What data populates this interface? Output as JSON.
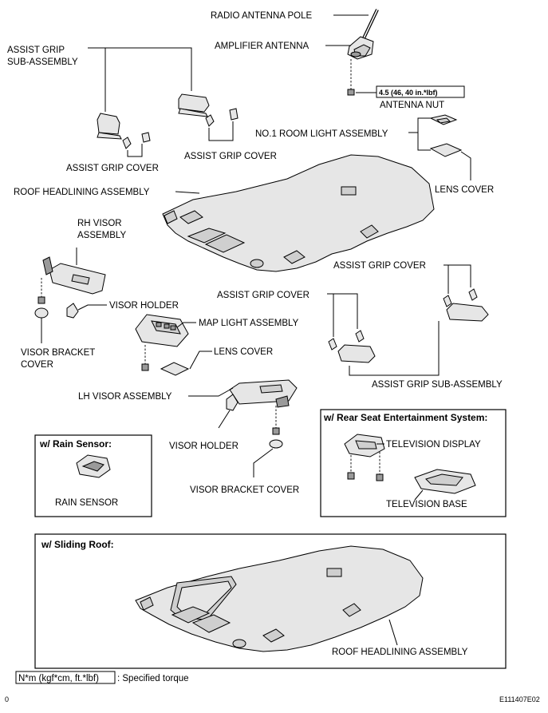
{
  "labels": {
    "radio_antenna_pole": "RADIO ANTENNA POLE",
    "amplifier_antenna": "AMPLIFIER ANTENNA",
    "torque_value": "4.5 (46, 40 in.*lbf)",
    "antenna_nut": "ANTENNA NUT",
    "assist_grip_sub_line1": "ASSIST GRIP",
    "assist_grip_sub_line2": "SUB-ASSEMBLY",
    "assist_grip_cover_left": "ASSIST GRIP COVER",
    "assist_grip_cover_center": "ASSIST GRIP COVER",
    "no1_room_light": "NO.1 ROOM LIGHT ASSEMBLY",
    "lens_cover_top": "LENS COVER",
    "roof_headlining": "ROOF HEADLINING ASSEMBLY",
    "rh_visor_line1": "RH VISOR",
    "rh_visor_line2": "ASSEMBLY",
    "visor_holder_rh": "VISOR HOLDER",
    "assist_grip_cover_right": "ASSIST GRIP COVER",
    "assist_grip_cover_mid": "ASSIST GRIP COVER",
    "map_light": "MAP LIGHT ASSEMBLY",
    "visor_bracket_cover_line1": "VISOR BRACKET",
    "visor_bracket_cover_line2": "COVER",
    "lens_cover_mid": "LENS COVER",
    "assist_grip_sub_right": "ASSIST GRIP SUB-ASSEMBLY",
    "lh_visor": "LH VISOR ASSEMBLY",
    "visor_holder_lh": "VISOR HOLDER",
    "visor_bracket_cover_lh": "VISOR BRACKET COVER",
    "rain_sensor": "RAIN SENSOR",
    "television_display": "TELEVISION DISPLAY",
    "television_base": "TELEVISION BASE",
    "roof_headlining_sliding": "ROOF HEADLINING ASSEMBLY"
  },
  "boxes": {
    "rain_sensor_title": "w/ Rain Sensor:",
    "rse_title": "w/ Rear Seat Entertainment System:",
    "sliding_roof_title": "w/ Sliding Roof:"
  },
  "legend": {
    "unit": "N*m (kgf*cm, ft.*lbf)",
    "text": ": Specified torque"
  },
  "footer": {
    "page": "0",
    "code": "E111407E02"
  }
}
